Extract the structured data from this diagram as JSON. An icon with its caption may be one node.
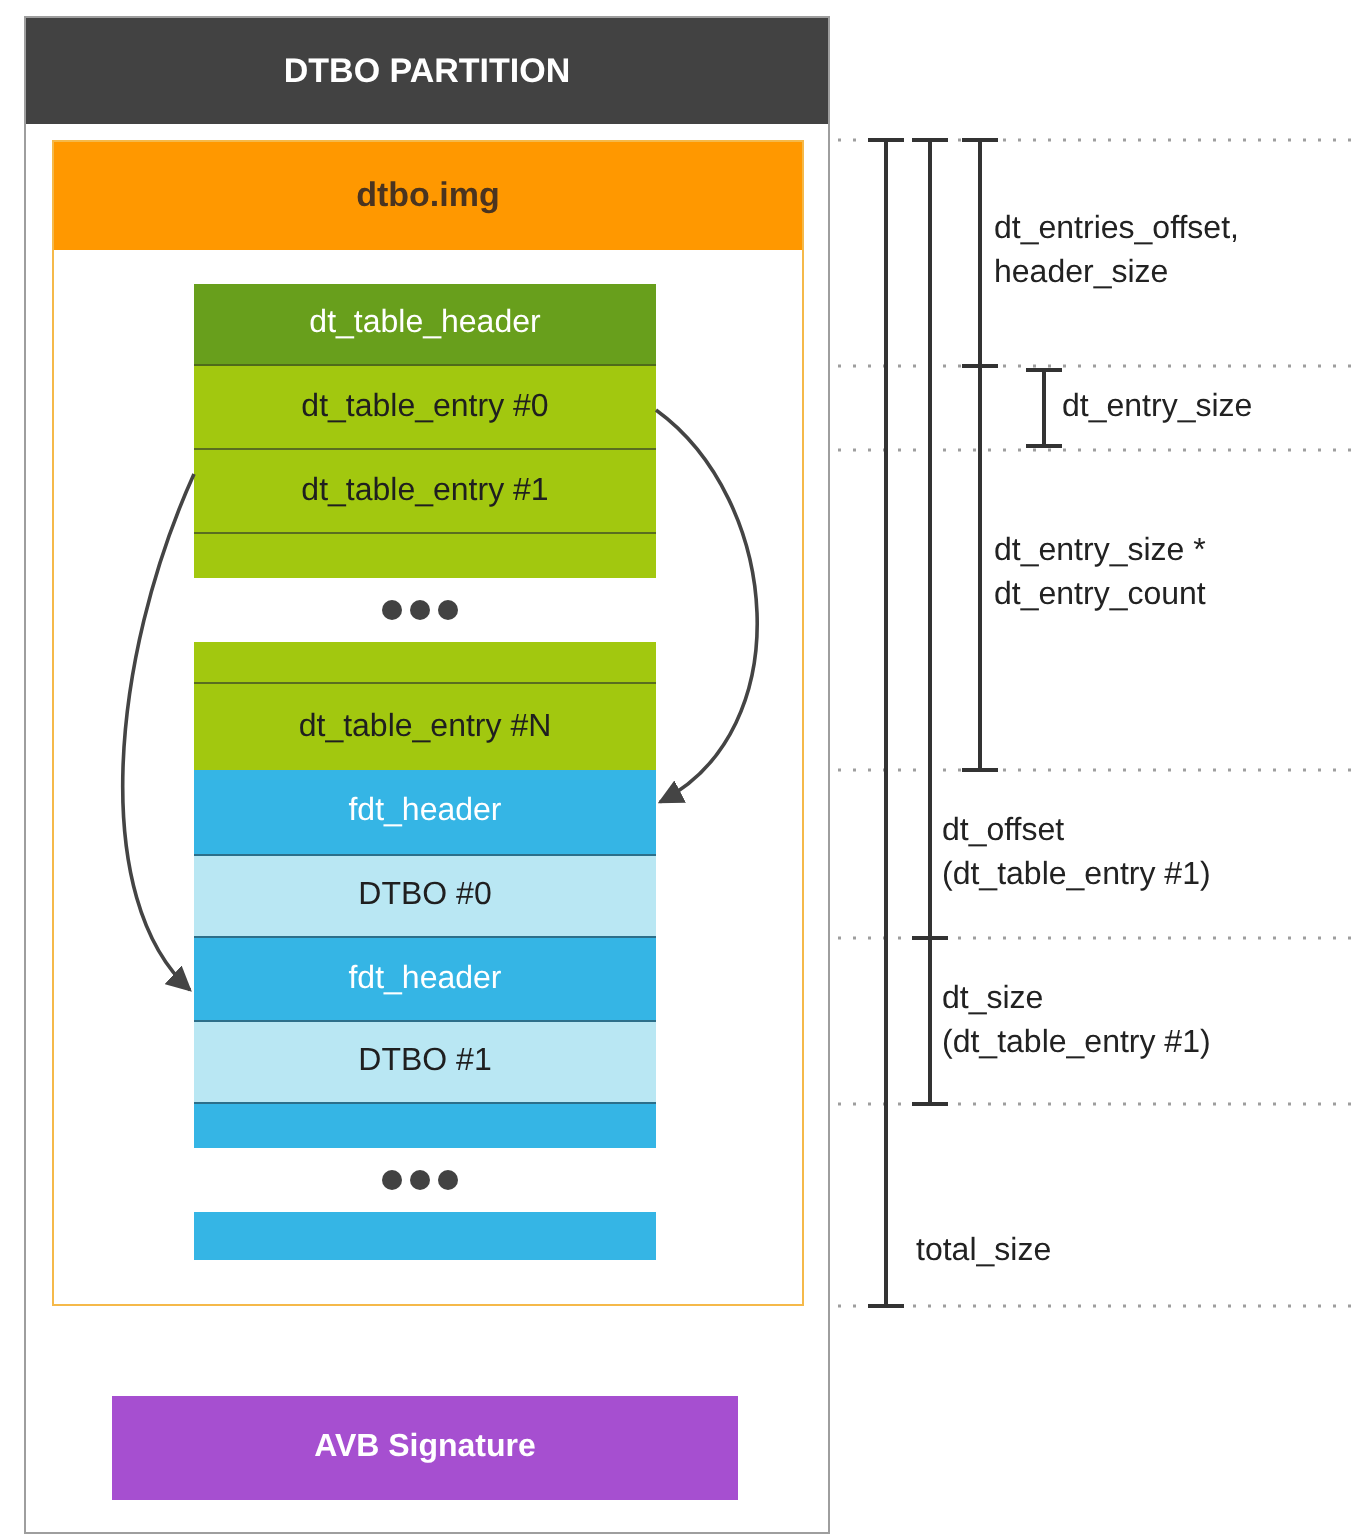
{
  "diagram": {
    "nodes": [
      {
        "text": [
          "DTBO PARTITION"
        ]
      },
      {
        "text": [
          "dtbo.img"
        ],
        "in": 0
      },
      {
        "text": [
          "dt_table_header"
        ],
        "in": 1
      },
      {
        "text": [
          "dt_table_entry #0"
        ],
        "in": 1
      },
      {
        "text": [
          "dt_table_entry #1"
        ],
        "in": 1
      },
      {
        "text": [],
        "shape": "bar",
        "in": 1
      },
      {
        "text": [],
        "shape": "bar",
        "in": 1
      },
      {
        "text": [
          "dt_table_entry #N"
        ],
        "in": 1
      },
      {
        "text": [
          "fdt_header"
        ],
        "in": 1
      },
      {
        "text": [
          "DTBO #0"
        ],
        "in": 1
      },
      {
        "text": [
          "fdt_header"
        ],
        "in": 1
      },
      {
        "text": [
          "DTBO #1"
        ],
        "in": 1
      },
      {
        "text": [],
        "shape": "bar",
        "in": 1
      },
      {
        "text": [],
        "shape": "bar",
        "in": 1
      },
      {
        "text": [
          "AVB Signature"
        ],
        "in": 0
      }
    ],
    "edges": [
      {
        "from": 3,
        "to": 8,
        "arrow": "to"
      },
      {
        "from": 4,
        "to": 10,
        "arrow": "to"
      }
    ],
    "labels": [
      "dt_entries_offset, header_size",
      "dt_entry_size",
      "dt_entry_size * dt_entry_count",
      "dt_offset (dt_table_entry #1)",
      "dt_size (dt_table_entry #1)",
      "total_size"
    ]
  }
}
